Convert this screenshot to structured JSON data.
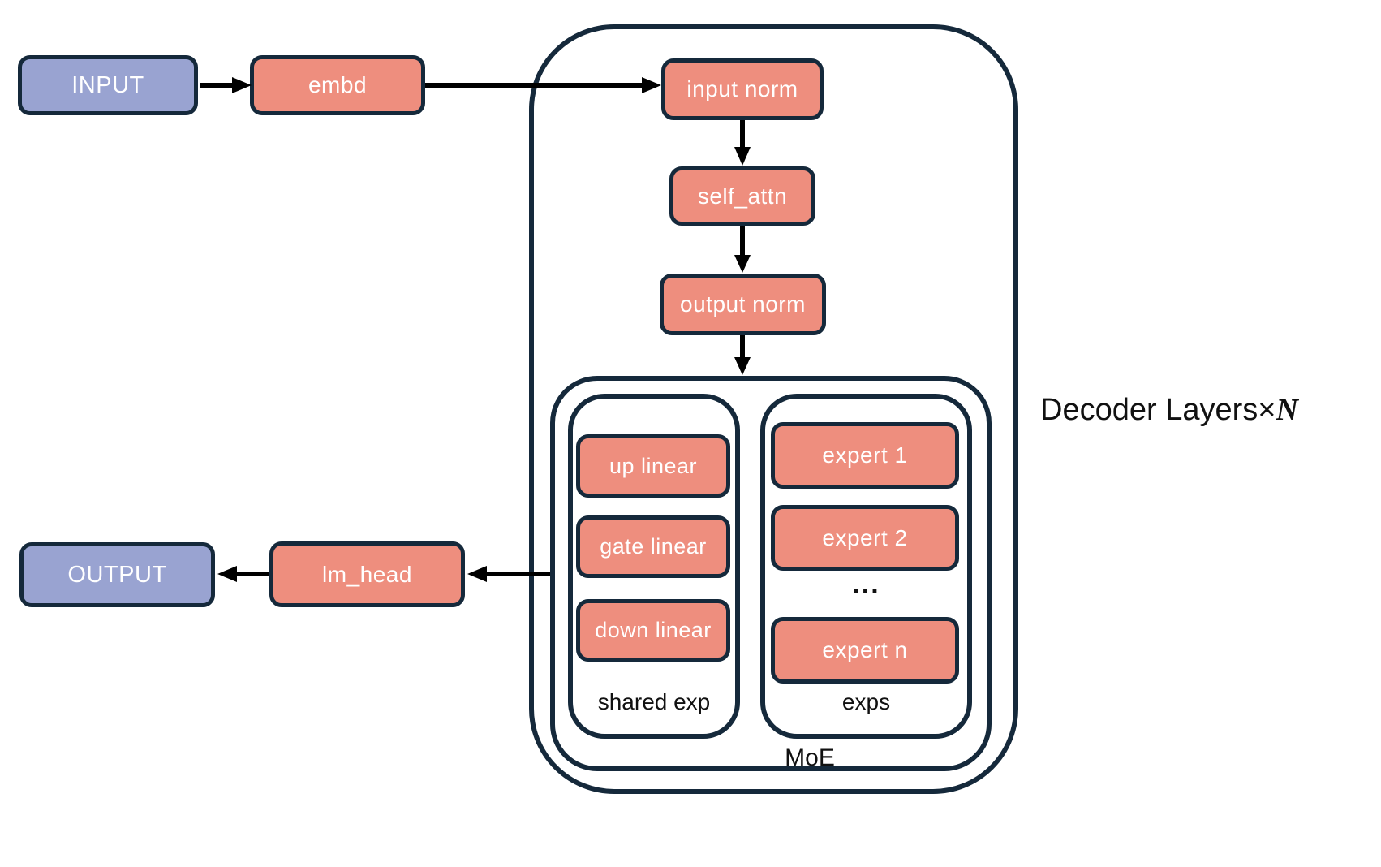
{
  "diagram": {
    "colors": {
      "background": "#ffffff",
      "io_fill": "#99A3D1",
      "block_fill": "#EE8E7E",
      "border": "#15293B",
      "arrow": "#000000",
      "caption_text": "#111111",
      "node_text": "#ffffff"
    },
    "nodes": {
      "input": "INPUT",
      "embd": "embd",
      "input_norm": "input norm",
      "self_attn": "self_attn",
      "output_norm": "output norm",
      "up_linear": "up linear",
      "gate_linear": "gate linear",
      "down_linear": "down linear",
      "expert_1": "expert 1",
      "expert_2": "expert 2",
      "expert_n": "expert n",
      "lm_head": "lm_head",
      "output": "OUTPUT"
    },
    "labels": {
      "shared_exp": "shared exp",
      "exps": "exps",
      "moe": "MoE",
      "decoder_layers": "Decoder Layers",
      "times": "×",
      "n_symbol": "N",
      "ellipsis": "..."
    }
  }
}
